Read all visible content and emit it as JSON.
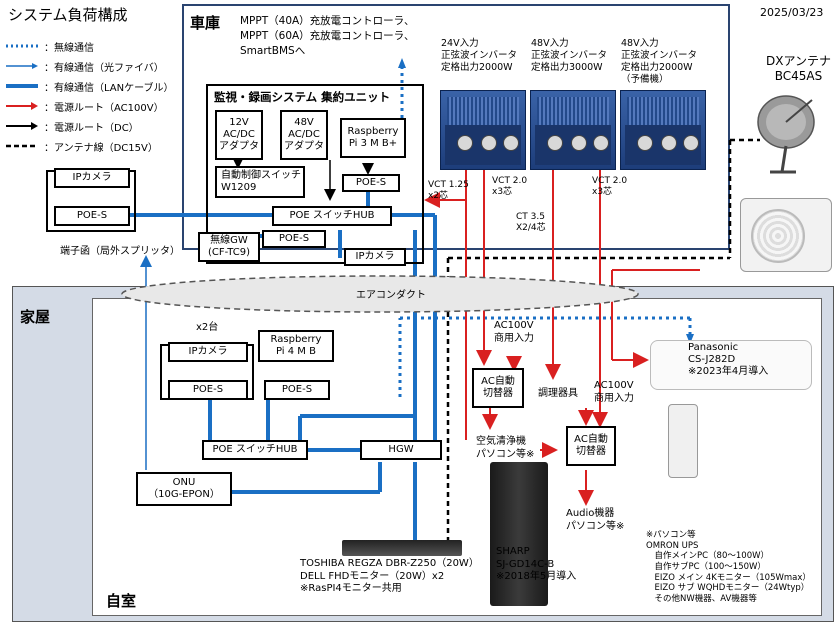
{
  "title": "システム負荷構成",
  "date": "2025/03/23",
  "legend": [
    {
      "label": "：無線通信",
      "color": "#1a6fc4",
      "style": "dotted"
    },
    {
      "label": "：有線通信（光ファイバ）",
      "color": "#1a6fc4",
      "style": "thin"
    },
    {
      "label": "：有線通信（LANケーブル）",
      "color": "#1a6fc4",
      "style": "thick"
    },
    {
      "label": "：電源ルート（AC100V）",
      "color": "#d92020",
      "style": "arrow"
    },
    {
      "label": "：電源ルート（DC）",
      "color": "#000000",
      "style": "arrow"
    },
    {
      "label": "：アンテナ線（DC15V）",
      "color": "#000000",
      "style": "dashed"
    }
  ],
  "zones": {
    "garage": "車庫",
    "house": "家屋",
    "room": "自室"
  },
  "garage": {
    "mppt_note": "MPPT（40A）充放電コントローラ、\nMPPT（60A）充放電コントローラ、\nSmartBMSへ",
    "inverters": [
      {
        "label": "24V入力\n正弦波インバータ\n定格出力2000W"
      },
      {
        "label": "48V入力\n正弦波インバータ\n定格出力3000W"
      },
      {
        "label": "48V入力\n正弦波インバータ\n定格出力2000W\n（予備機）"
      }
    ],
    "unit_title": "監視・録画システム 集約ユニット",
    "adapter_12v": "12V\nAC/DC\nアダプタ",
    "adapter_48v": "48V\nAC/DC\nアダプタ",
    "rpi3": "Raspberry\nPi 3 M B+",
    "poe_s_rpi": "POE-S",
    "auto_switch": "自動制御スイッチ\nW1209",
    "poe_hub": "POE スイッチHUB",
    "poe_s_gw": "POE-S",
    "wireless_gw": "無線GW\n(CF-TC9)",
    "ip_camera_garage": "IPカメラ",
    "ip_camera_outside": "IPカメラ",
    "poe_s_outside": "POE-S",
    "cable_vct125": "VCT 1.25\nx2芯",
    "cable_vct20a": "VCT 2.0\nx3芯",
    "cable_ct35": "CT 3.5\nX2/4芯",
    "cable_vct20b": "VCT 2.0\nx3芯"
  },
  "outside": {
    "terminal_box": "端子函（局外スプリッタ）",
    "dx_antenna": "DXアンテナ\nBC45AS",
    "air_conduit": "エアコンダクト"
  },
  "house": {
    "x2": "x2台",
    "ip_camera": "IPカメラ",
    "poe_s_cam": "POE-S",
    "rpi4": "Raspberry\nPi 4 M B",
    "poe_s_rpi4": "POE-S",
    "poe_hub": "POE スイッチHUB",
    "hgw": "HGW",
    "onu": "ONU\n（10G-EPON）",
    "ac100v_a": "AC100V\n商用入力",
    "ac_switch_a": "AC自動\n切替器",
    "air_purifier": "空気清浄機\nパソコン等※",
    "dimmer": "調理器具",
    "ac100v_b": "AC100V\n商用入力",
    "ac_switch_b": "AC自動\n切替器",
    "audio": "Audio機器\nパソコン等※",
    "aircon": "Panasonic\nCS-J282D\n※2023年4月導入",
    "tv_text": "TOSHIBA REGZA DBR-Z250（20W）\nDELL FHDモニター（20W）x2\n※RasPI4モニター共用",
    "sharp": "SHARP\nSJ-GD14C-B\n※2018年5月導入",
    "pc_note": "※パソコン等\nOMRON UPS\n　自作メインPC（80～100W）\n　自作サブPC（100～150W）\n　EIZO メイン 4Kモニター（105Wmax）\n　EIZO サブ WQHDモニター（24Wtyp）\n　その他NW機器、AV機器等"
  },
  "colors": {
    "lan": "#1a6fc4",
    "power_ac": "#d92020",
    "power_dc": "#000000",
    "house_bg": "#d4dbe6"
  }
}
